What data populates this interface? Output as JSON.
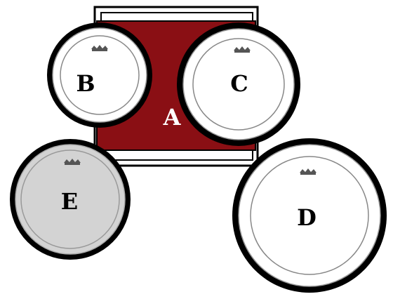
{
  "diagram": {
    "labels": {
      "kick": "A",
      "small_tom": "B",
      "large_tom": "C",
      "floor_tom": "D",
      "snare": "E"
    },
    "colors": {
      "kick_shell": "#8a0f14",
      "kick_frame": "#ffffff",
      "outline": "#000000",
      "head_white": "#ffffff",
      "head_coated": "#d3d3d3",
      "inner_ring": "#9a9a9a"
    },
    "icons": [
      "logo-icon"
    ]
  }
}
